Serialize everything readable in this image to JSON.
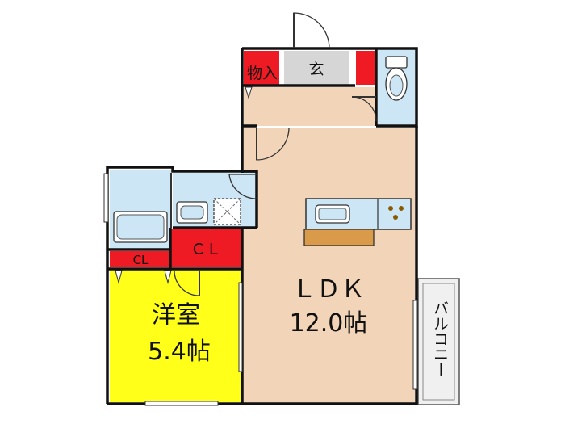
{
  "rooms": {
    "ldk": {
      "name": "ＬＤＫ",
      "size": "12.0帖"
    },
    "western": {
      "name": "洋室",
      "size": "5.4帖"
    },
    "entrance": "玄",
    "storage": "物入",
    "closet_main": "ＣＬ",
    "closet_small": "CL",
    "balcony": "バルコニー"
  },
  "colors": {
    "ldk": "#f2d4b8",
    "western": "#ffff1a",
    "wet_area": "#cde6f5",
    "storage": "#ee1b24",
    "entrance": "#d6d6d6",
    "counter": "#d99a4a",
    "balcony": "#f0f0f0",
    "wall": "#111111"
  }
}
